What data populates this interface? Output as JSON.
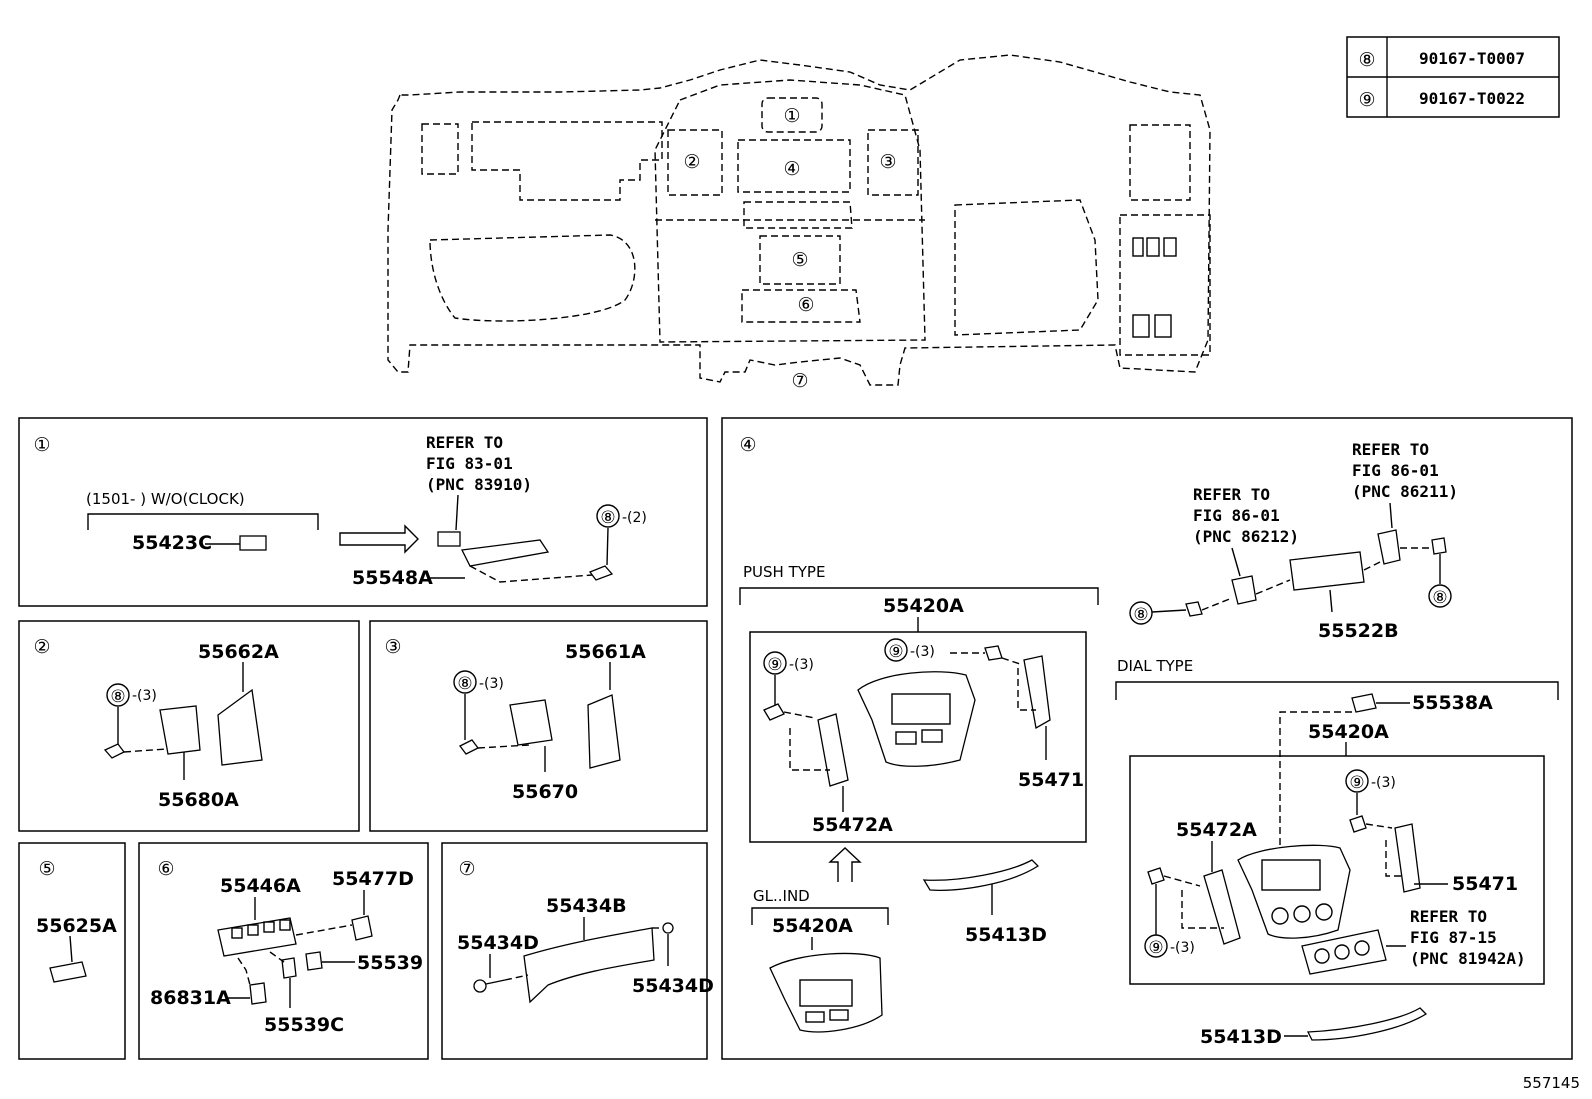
{
  "fastener_table": [
    {
      "ref": "⑧",
      "part": "90167-T0007"
    },
    {
      "ref": "⑨",
      "part": "90167-T0022"
    }
  ],
  "overview": {
    "callouts": [
      "①",
      "②",
      "③",
      "④",
      "⑤",
      "⑥",
      "⑦"
    ]
  },
  "panel1": {
    "ref": "①",
    "note": "(1501-        ) W/O(CLOCK)",
    "part_a": "55423C",
    "part_b": "55548A",
    "fastener": "⑧",
    "qty": "-(2)",
    "refer1": "REFER TO",
    "refer2": "FIG 83-01",
    "refer3": "(PNC 83910)"
  },
  "panel2": {
    "ref": "②",
    "fastener": "⑧",
    "qty": "-(3)",
    "part_a": "55662A",
    "part_b": "55680A"
  },
  "panel3": {
    "ref": "③",
    "fastener": "⑧",
    "qty": "-(3)",
    "part_a": "55661A",
    "part_b": "55670"
  },
  "panel5": {
    "ref": "⑤",
    "part_a": "55625A"
  },
  "panel6": {
    "ref": "⑥",
    "part_a": "55446A",
    "part_b": "55477D",
    "part_c": "55539",
    "part_d": "86831A",
    "part_e": "55539C"
  },
  "panel7": {
    "ref": "⑦",
    "part_a": "55434B",
    "part_b": "55434D",
    "part_c": "55434D"
  },
  "panel4": {
    "ref": "④",
    "push_type": "PUSH TYPE",
    "push_assy": "55420A",
    "push_f1": "⑨",
    "push_q1": "-(3)",
    "push_f2": "⑨",
    "push_q2": "-(3)",
    "push_p1": "55471",
    "push_p2": "55472A",
    "gl_ind": "GL..IND",
    "gl_assy": "55420A",
    "trim1": "55413D",
    "refer_a1": "REFER TO",
    "refer_a2": "FIG 86-01",
    "refer_a3": "(PNC 86212)",
    "refer_b1": "REFER TO",
    "refer_b2": "FIG 86-01",
    "refer_b3": "(PNC 86211)",
    "f_left": "⑧",
    "f_right": "⑧",
    "clock": "55522B",
    "dial_type": "DIAL TYPE",
    "dial_p1": "55538A",
    "dial_assy": "55420A",
    "dial_f1": "⑨",
    "dial_q1": "-(3)",
    "dial_f2": "⑨",
    "dial_q2": "-(3)",
    "dial_p2": "55472A",
    "dial_p3": "55471",
    "refer_c1": "REFER TO",
    "refer_c2": "FIG 87-15",
    "refer_c3": "(PNC 81942A)",
    "trim2": "55413D"
  },
  "figure_id": "557145"
}
